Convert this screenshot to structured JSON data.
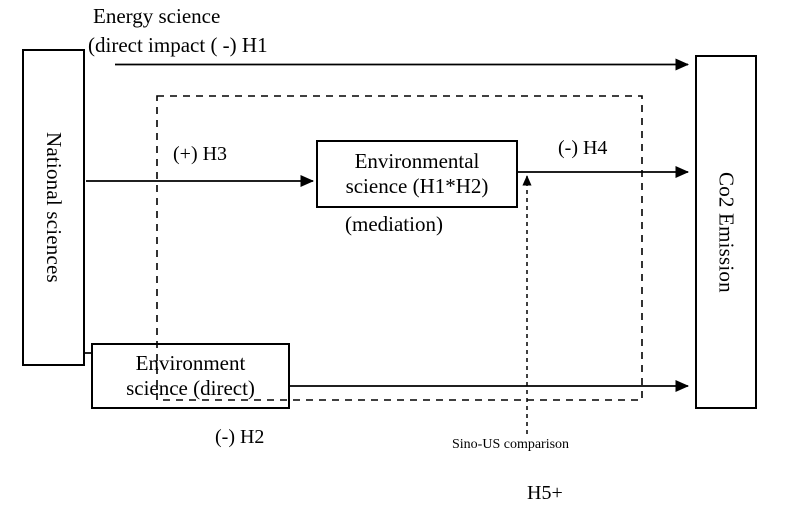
{
  "diagram": {
    "title_block": {
      "line1": "Energy science",
      "line2": "(direct impact ( -) H1"
    },
    "nodes": {
      "national_sciences": {
        "label": "National sciences"
      },
      "co2_emission": {
        "label": "Co2 Emission"
      },
      "environmental_mediation": {
        "line1": "Environmental",
        "line2": "science (H1*H2)",
        "caption": "(mediation)"
      },
      "environment_direct": {
        "line1": "Environment",
        "line2": "science (direct)"
      }
    },
    "hypotheses": {
      "h1": "( -) H1",
      "h2": "(-) H2",
      "h3": "(+) H3",
      "h4": "(-) H4",
      "h5": "H5+"
    },
    "moderator": {
      "label": "Sino-US comparison",
      "hypothesis": "H5+"
    },
    "colors": {
      "stroke": "#000000",
      "background": "#ffffff"
    }
  }
}
